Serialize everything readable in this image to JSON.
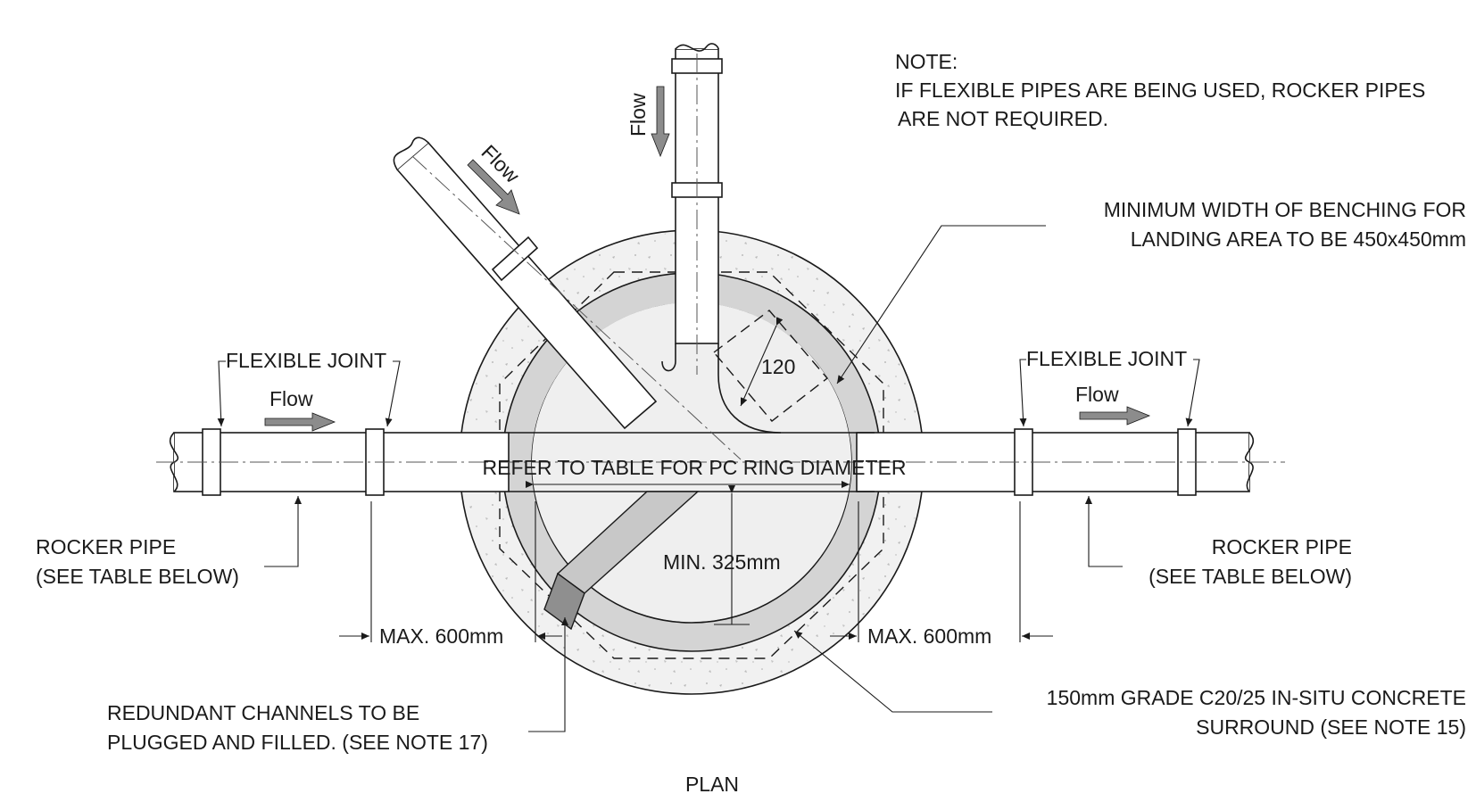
{
  "drawing": {
    "note": {
      "heading": "NOTE:",
      "line1": "IF FLEXIBLE PIPES ARE BEING USED, ROCKER PIPES",
      "line2": "ARE NOT REQUIRED."
    },
    "benching": {
      "line1": "MINIMUM WIDTH OF BENCHING FOR",
      "line2": "LANDING AREA TO BE 450x450mm"
    },
    "flexible_joint_left": "FLEXIBLE JOINT",
    "flexible_joint_right": "FLEXIBLE JOINT",
    "flow_left": "Flow",
    "flow_right": "Flow",
    "flow_top": "Flow",
    "flow_diagonal": "Flow",
    "dim_120": "120",
    "ring_note": "REFER TO TABLE FOR PC RING DIAMETER",
    "min_325": "MIN. 325mm",
    "rocker_left": {
      "line1": "ROCKER PIPE",
      "line2": "(SEE TABLE BELOW)"
    },
    "rocker_right": {
      "line1": "ROCKER PIPE",
      "line2": "(SEE TABLE BELOW)"
    },
    "max_left": "MAX. 600mm",
    "max_right": "MAX. 600mm",
    "redundant": {
      "line1": "REDUNDANT CHANNELS TO BE",
      "line2": "PLUGGED AND FILLED.  (SEE NOTE 17)"
    },
    "concrete": {
      "line1": "150mm GRADE C20/25 IN-SITU CONCRETE",
      "line2": "SURROUND (SEE NOTE 15)"
    },
    "caption": "PLAN",
    "colors": {
      "line": "#1a1a1a",
      "ring_fill": "#d4d4d4",
      "concrete_fill": "#f1f1f1",
      "pipe_fill": "#ffffff",
      "arrow_fill": "#8c8c8c"
    }
  }
}
